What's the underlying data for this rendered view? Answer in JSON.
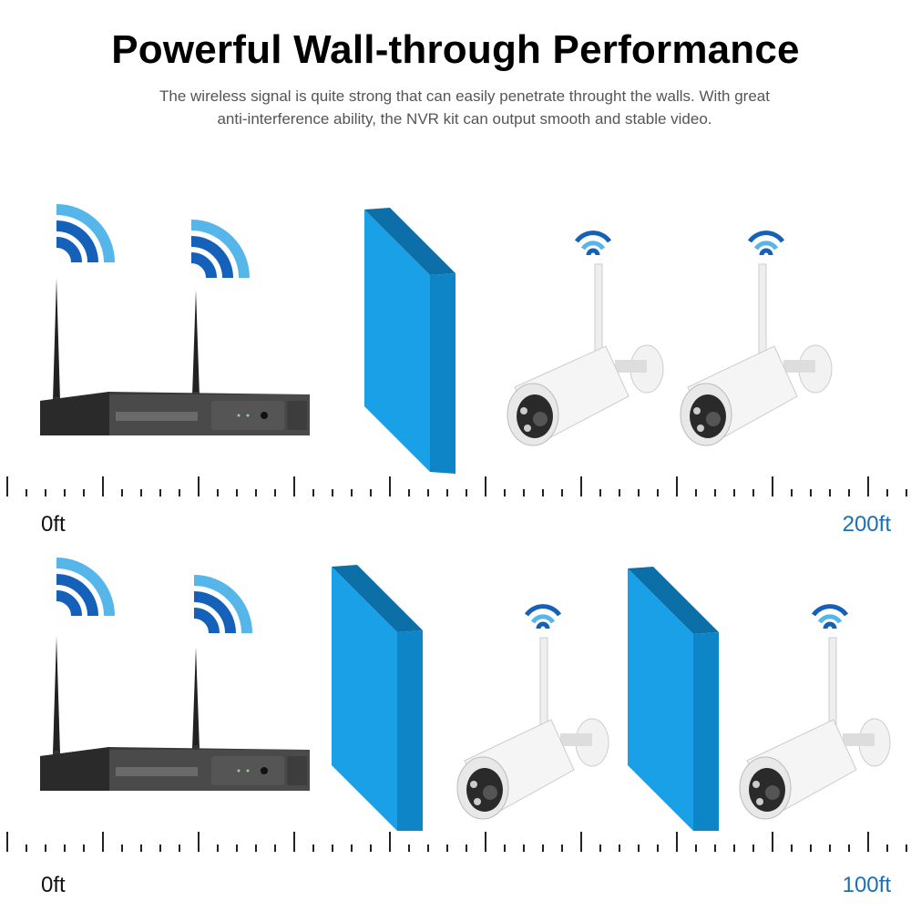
{
  "header": {
    "title": "Powerful Wall-through Performance",
    "subtitle_line1": "The wireless signal is quite strong that can easily penetrate throught the walls.  With great",
    "subtitle_line2": "anti-interference ability, the NVR kit can output smooth and stable video."
  },
  "panels": [
    {
      "start_label": "0ft",
      "end_label": "200ft",
      "walls": 1
    },
    {
      "start_label": "0ft",
      "end_label": "100ft",
      "walls": 2
    }
  ],
  "icons": [
    "wifi-signal-icon",
    "nvr-recorder",
    "camera",
    "wall"
  ],
  "colors": {
    "wall_front": "#1aa0e6",
    "wall_top": "#0c6fa8",
    "wifi_dark": "#1560b8",
    "wifi_light": "#56b6ea",
    "end_label": "#1a6fb8"
  }
}
